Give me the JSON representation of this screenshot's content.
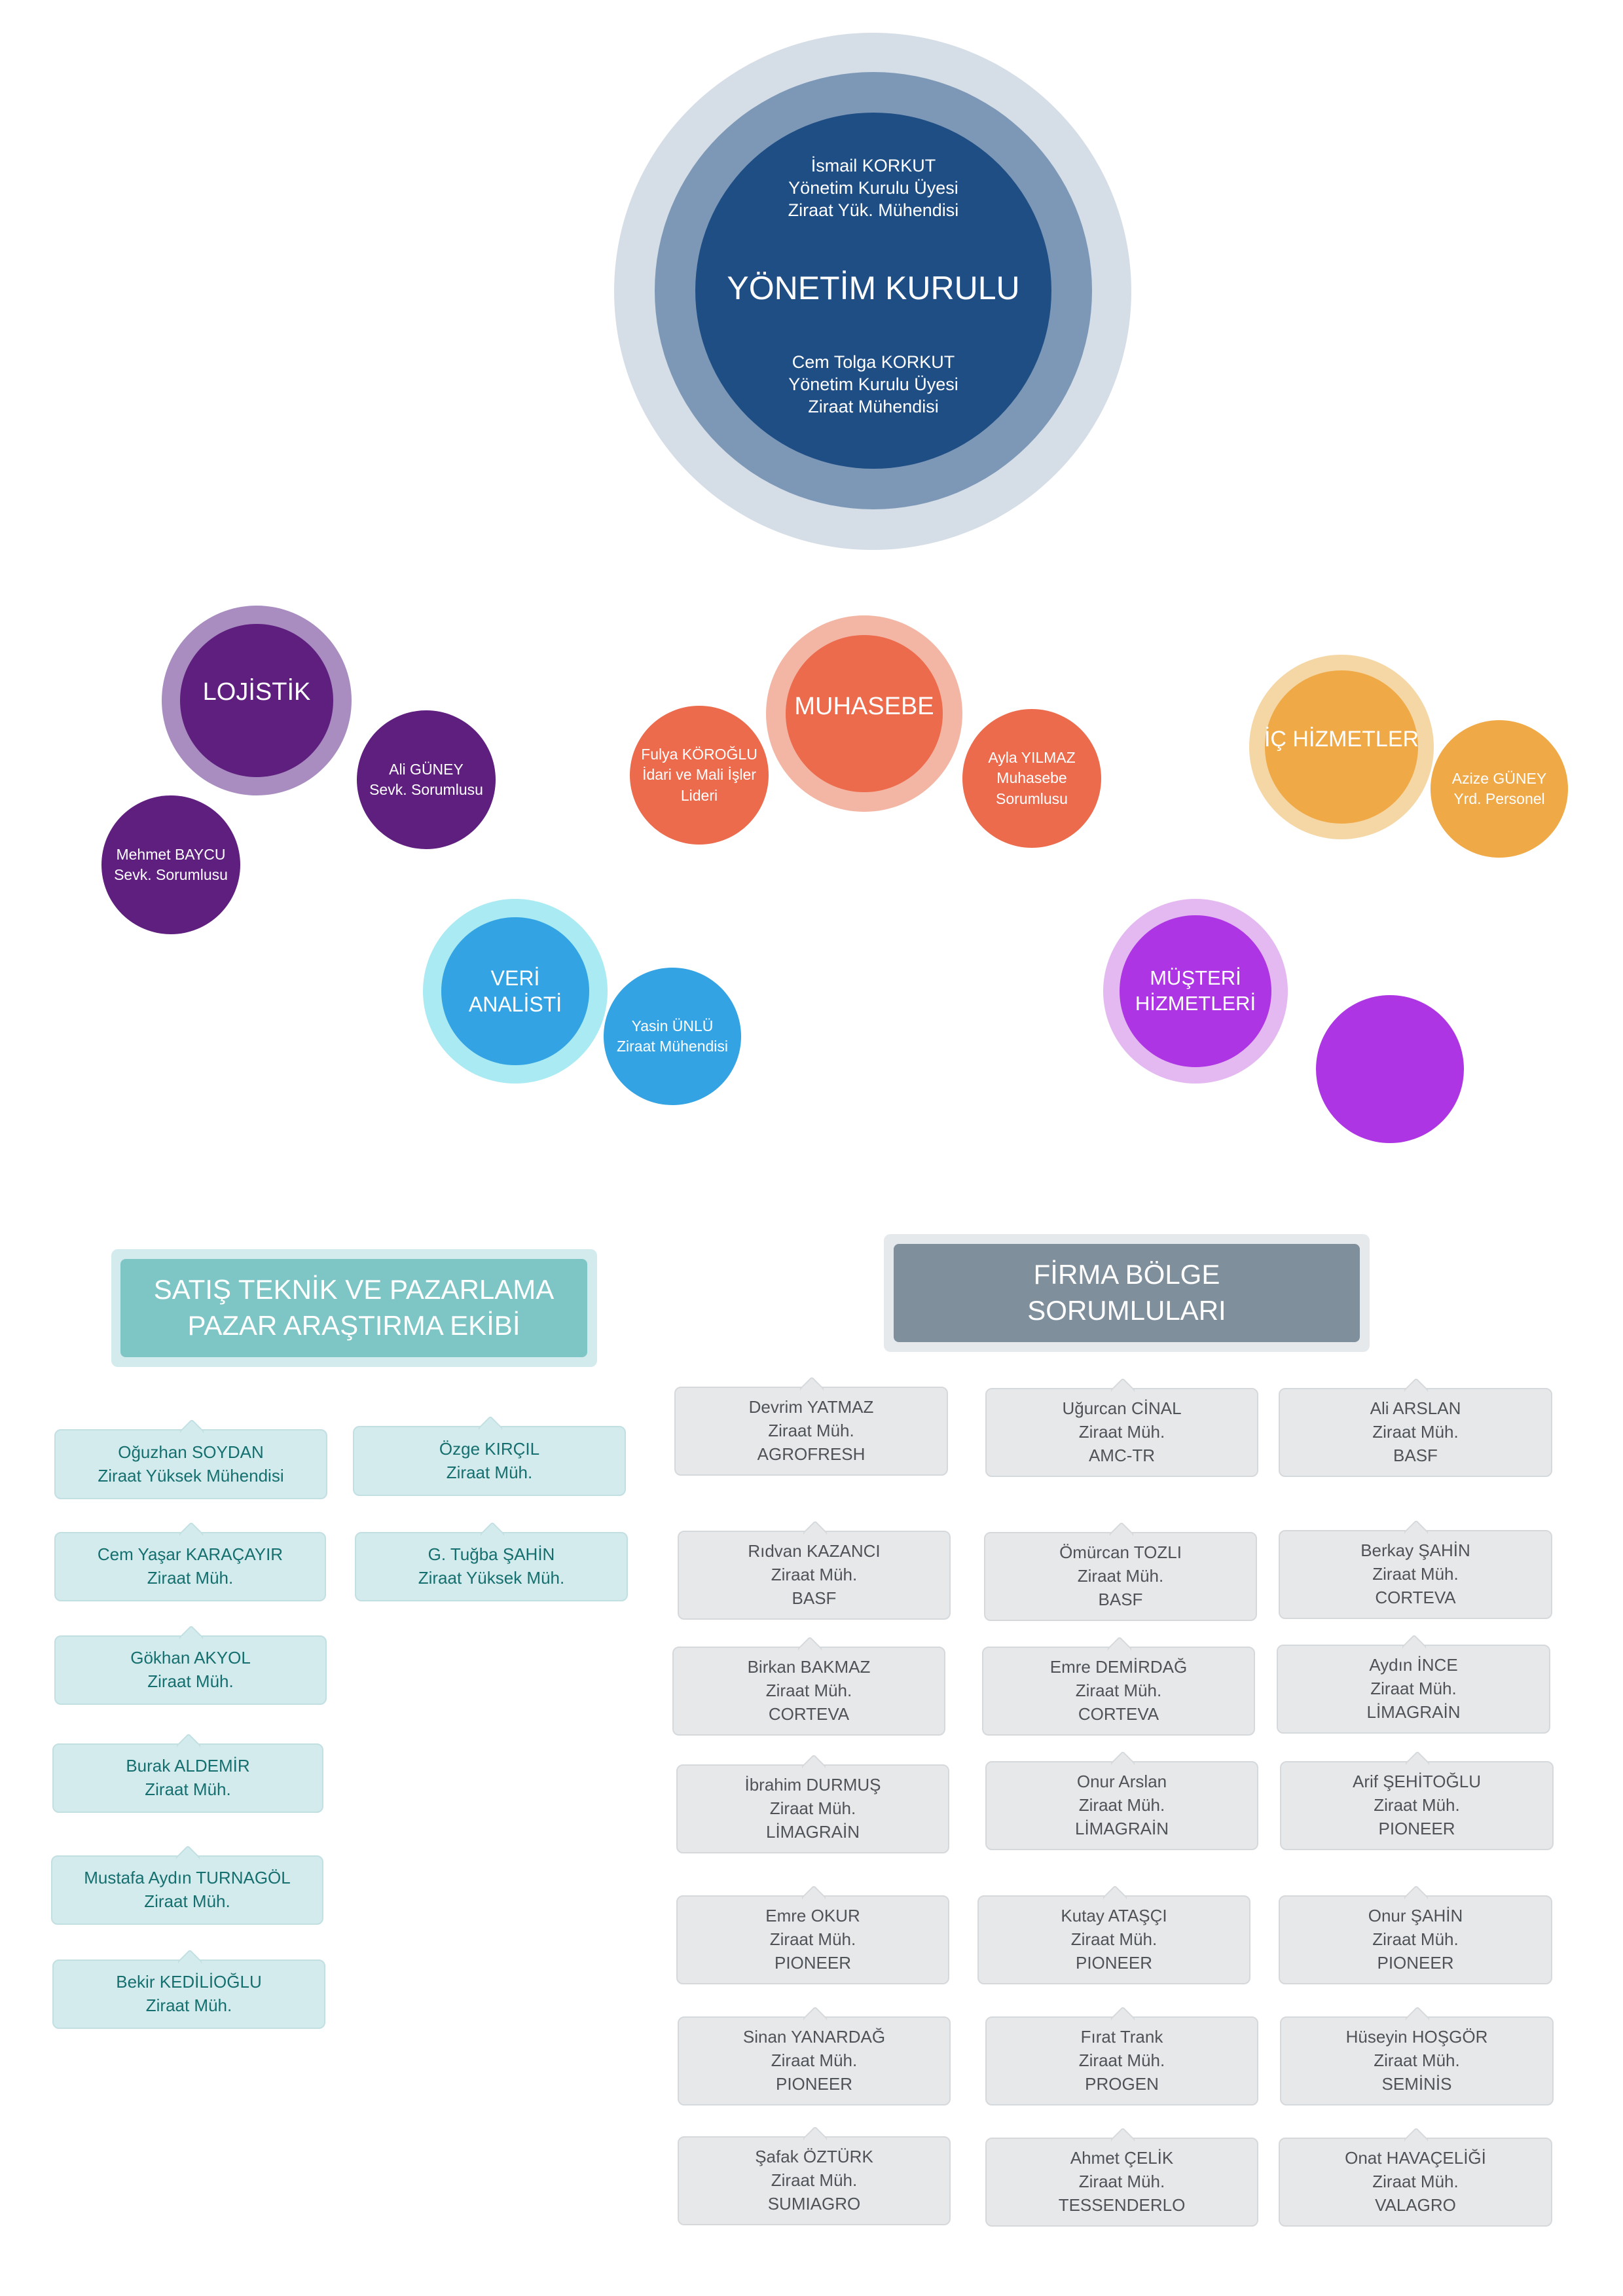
{
  "board": {
    "title": "YÖNETİM KURULU",
    "member1": "İsmail KORKUT\nYönetim Kurulu Üyesi\nZiraat Yük. Mühendisi",
    "member2": "Cem Tolga KORKUT\nYönetim Kurulu Üyesi\nZiraat Mühendisi",
    "colors": {
      "outer": "#d5dde6",
      "middle": "#7d98b6",
      "core": "#1f4e85"
    }
  },
  "departments": {
    "lojistik": {
      "label": "LOJİSTİK",
      "people": [
        "Ali GÜNEY\nSevk. Sorumlusu",
        "Mehmet BAYCU\nSevk. Sorumlusu"
      ],
      "colors": {
        "ring": "#a98cc0",
        "core": "#5e1f7e"
      }
    },
    "muhasebe": {
      "label": "MUHASEBE",
      "people": [
        "Fulya KÖROĞLU\nİdari ve Mali İşler\nLideri",
        "Ayla YILMAZ\nMuhasebe\nSorumlusu"
      ],
      "colors": {
        "ring": "#f4b6a4",
        "core": "#ec6b4d"
      }
    },
    "ic_hizmetler": {
      "label": "İÇ HİZMETLER",
      "people": [
        "Azize GÜNEY\nYrd. Personel"
      ],
      "colors": {
        "ring": "#f5d7a6",
        "core": "#f0a947"
      }
    },
    "veri_analisti": {
      "label": "VERİ\nANALİSTİ",
      "people": [
        "Yasin ÜNLÜ\nZiraat Mühendisi"
      ],
      "colors": {
        "ring": "#a9eaf3",
        "core": "#33a3e3"
      }
    },
    "musteri_hizmetleri": {
      "label": "MÜŞTERİ\nHİZMETLERİ",
      "people": [
        ""
      ],
      "colors": {
        "ring": "#e4b8f1",
        "core": "#ae35e3"
      }
    }
  },
  "sales": {
    "header": "SATIŞ TEKNİK VE PAZARLAMA\nPAZAR ARAŞTIRMA EKİBİ",
    "colors": {
      "outer": "#d3ebed",
      "inner": "#7ec6c6",
      "card": "#d3ebed",
      "text": "#166f6f"
    },
    "left": [
      {
        "name": "Oğuzhan SOYDAN",
        "title": "Ziraat Yüksek Mühendisi"
      },
      {
        "name": "Cem Yaşar KARAÇAYIR",
        "title": "Ziraat Müh."
      },
      {
        "name": "Gökhan AKYOL",
        "title": "Ziraat Müh."
      },
      {
        "name": "Burak ALDEMİR",
        "title": "Ziraat Müh."
      },
      {
        "name": "Mustafa Aydın TURNAGÖL",
        "title": "Ziraat Müh."
      },
      {
        "name": "Bekir KEDİLİOĞLU",
        "title": "Ziraat Müh."
      }
    ],
    "right": [
      {
        "name": "Özge KIRÇIL",
        "title": "Ziraat Müh."
      },
      {
        "name": "G. Tuğba ŞAHİN",
        "title": "Ziraat Yüksek Müh."
      }
    ]
  },
  "regional": {
    "header": "FİRMA BÖLGE\nSORUMLULARI",
    "colors": {
      "outer": "#e6e9ec",
      "inner": "#7f8f9b",
      "card": "#e6e8ea",
      "text": "#4f5357"
    },
    "rows": [
      [
        {
          "name": "Devrim YATMAZ",
          "title": "Ziraat Müh.",
          "company": "AGROFRESH"
        },
        {
          "name": "Uğurcan CİNAL",
          "title": "Ziraat Müh.",
          "company": "AMC-TR"
        },
        {
          "name": "Ali ARSLAN",
          "title": "Ziraat Müh.",
          "company": "BASF"
        }
      ],
      [
        {
          "name": "Rıdvan KAZANCI",
          "title": "Ziraat Müh.",
          "company": "BASF"
        },
        {
          "name": "Ömürcan TOZLI",
          "title": "Ziraat Müh.",
          "company": "BASF"
        },
        {
          "name": "Berkay ŞAHİN",
          "title": "Ziraat Müh.",
          "company": "CORTEVA"
        }
      ],
      [
        {
          "name": "Birkan BAKMAZ",
          "title": "Ziraat Müh.",
          "company": "CORTEVA"
        },
        {
          "name": "Emre DEMİRDAĞ",
          "title": "Ziraat Müh.",
          "company": "CORTEVA"
        },
        {
          "name": "Aydın İNCE",
          "title": "Ziraat Müh.",
          "company": "LİMAGRAİN"
        }
      ],
      [
        {
          "name": "İbrahim DURMUŞ",
          "title": "Ziraat Müh.",
          "company": "LİMAGRAİN"
        },
        {
          "name": "Onur Arslan",
          "title": "Ziraat Müh.",
          "company": "LİMAGRAİN"
        },
        {
          "name": "Arif ŞEHİTOĞLU",
          "title": "Ziraat Müh.",
          "company": "PIONEER"
        }
      ],
      [
        {
          "name": "Emre OKUR",
          "title": "Ziraat Müh.",
          "company": "PIONEER"
        },
        {
          "name": "Kutay ATAŞÇI",
          "title": "Ziraat Müh.",
          "company": "PIONEER"
        },
        {
          "name": "Onur ŞAHİN",
          "title": "Ziraat Müh.",
          "company": "PIONEER"
        }
      ],
      [
        {
          "name": "Sinan YANARDAĞ",
          "title": "Ziraat Müh.",
          "company": "PIONEER"
        },
        {
          "name": "Fırat Trank",
          "title": "Ziraat Müh.",
          "company": "PROGEN"
        },
        {
          "name": "Hüseyin HOŞGÖR",
          "title": "Ziraat Müh.",
          "company": "SEMİNİS"
        }
      ],
      [
        {
          "name": "Şafak ÖZTÜRK",
          "title": "Ziraat Müh.",
          "company": "SUMIAGRO"
        },
        {
          "name": "Ahmet ÇELİK",
          "title": "Ziraat Müh.",
          "company": "TESSENDERLO"
        },
        {
          "name": "Onat HAVAÇELİĞİ",
          "title": "Ziraat Müh.",
          "company": "VALAGRO"
        }
      ]
    ]
  }
}
